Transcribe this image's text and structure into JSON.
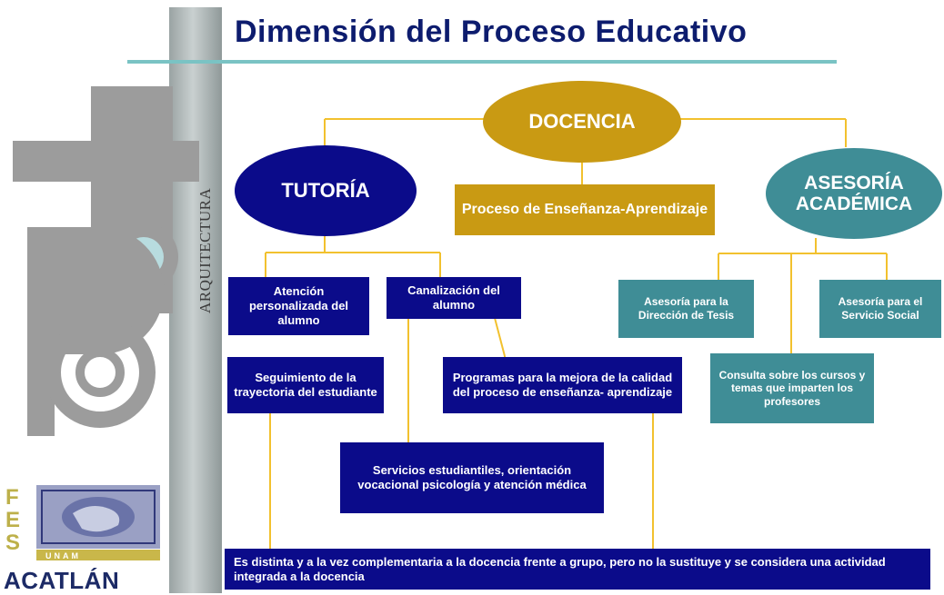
{
  "title": "Dimensión del Proceso Educativo",
  "side_label": "ARQUITECTURA",
  "logo": {
    "letters": [
      "F",
      "E",
      "S"
    ],
    "unam": "UNAM",
    "campus": "ACATLÁN"
  },
  "colors": {
    "title": "#0d1c6e",
    "navy": "#0b0b8a",
    "gold": "#c99a13",
    "teal": "#3f8d96",
    "connector": "#f2c12e",
    "accent_line": "#7ac3c4"
  },
  "nodes": {
    "docencia": "DOCENCIA",
    "tutoria": "TUTORÍA",
    "asesoria": "ASESORÍA ACADÉMICA",
    "proceso": "Proceso de Enseñanza-Aprendizaje",
    "atencion": "Atención personalizada del alumno",
    "canalizacion": "Canalización del alumno",
    "seguimiento": "Seguimiento de la trayectoria del estudiante",
    "programas": "Programas para la mejora de la calidad del proceso de enseñanza- aprendizaje",
    "servicios": "Servicios estudiantiles, orientación vocacional psicología y atención médica",
    "asesoria_tesis": "Asesoría para la Dirección de Tesis",
    "asesoria_servicio": "Asesoría para el Servicio Social",
    "consulta": "Consulta sobre los cursos y temas que imparten los profesores",
    "footer": "Es distinta y a la vez complementaria a la docencia frente a grupo, pero no la sustituye y se considera una actividad integrada a la docencia"
  }
}
